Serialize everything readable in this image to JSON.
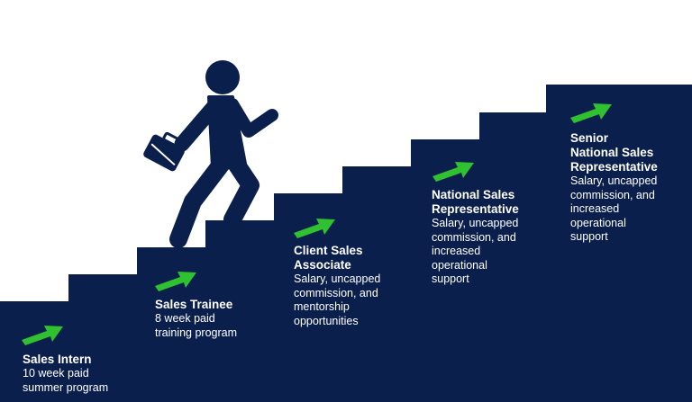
{
  "colors": {
    "background": "#ffffff",
    "stairs": "#0b1f4d",
    "arrow": "#2fc12f",
    "figure": "#0b1f4d",
    "text": "#ffffff"
  },
  "figure": {
    "icon": "businessman-climbing-stairs-icon",
    "accessory": "briefcase-icon"
  },
  "steps": [
    {
      "title": "Sales Intern",
      "description": "10 week paid\nsummer program"
    },
    {
      "title": "Sales Trainee",
      "description": "8 week paid\ntraining program"
    },
    {
      "title": "Client Sales\nAssociate",
      "description": "Salary, uncapped\ncommission, and\nmentorship\nopportunities"
    },
    {
      "title": "National Sales\nRepresentative",
      "description": "Salary, uncapped\ncommission, and\nincreased\noperational\nsupport"
    },
    {
      "title": "Senior\nNational Sales\nRepresentative",
      "description": "Salary, uncapped\ncommission, and\nincreased\noperational\nsupport"
    }
  ]
}
